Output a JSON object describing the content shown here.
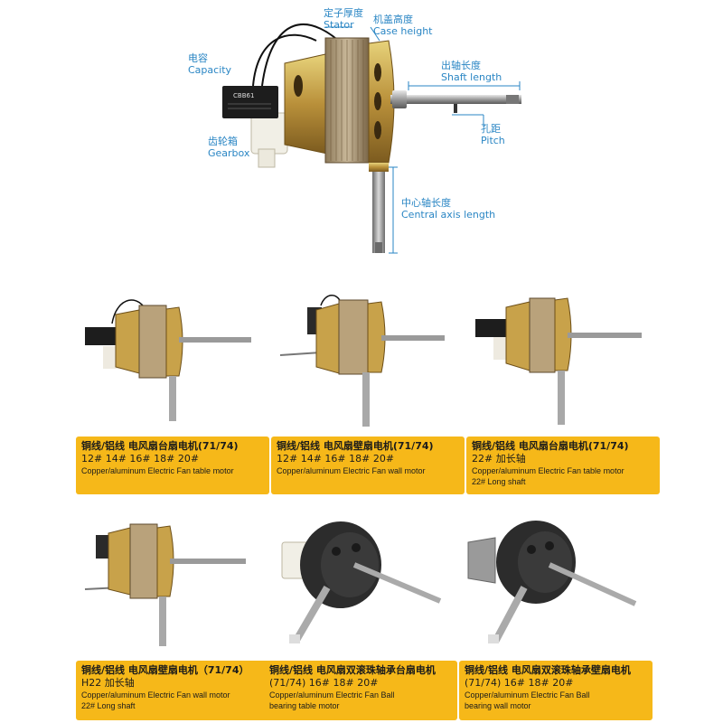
{
  "diagram": {
    "stator": {
      "cn": "定子厚度",
      "en": "Stator"
    },
    "case_height": {
      "cn": "机盖高度",
      "en": "Case height"
    },
    "capacity": {
      "cn": "电容",
      "en": "Capacity"
    },
    "shaft_length": {
      "cn": "出轴长度",
      "en": "Shaft length"
    },
    "gearbox": {
      "cn": "齿轮箱",
      "en": "Gearbox"
    },
    "pitch": {
      "cn": "孔距",
      "en": "Pitch"
    },
    "central_axis": {
      "cn": "中心轴长度",
      "en": "Central axis length"
    },
    "capacitor_print": "CBB61"
  },
  "products": [
    {
      "cn": "铜线/铝线  电风扇台扇电机(71/74)",
      "sizes": "12# 14# 16# 18# 20#",
      "en1": "Copper/aluminum Electric Fan table motor",
      "en2": ""
    },
    {
      "cn": "铜线/铝线  电风扇壁扇电机(71/74)",
      "sizes": "12#  14# 16# 18# 20#",
      "en1": "Copper/aluminum Electric Fan wall motor",
      "en2": ""
    },
    {
      "cn": "铜线/铝线  电风扇台扇电机(71/74)",
      "sizes": "22# 加长轴",
      "en1": "Copper/aluminum Electric Fan table motor",
      "en2": "22# Long shaft"
    },
    {
      "cn": "铜线/铝线 电风扇壁扇电机（71/74）",
      "sizes": "H22 加长轴",
      "en1": "Copper/aluminum Electric Fan wall motor",
      "en2": "22# Long shaft"
    },
    {
      "cn": "铜线/铝线 电风扇双滚珠轴承台扇电机",
      "sizes": "(71/74) 16# 18# 20#",
      "en1": "Copper/aluminum Electric Fan Ball",
      "en2": "bearing table motor"
    },
    {
      "cn": "铜线/铝线 电风扇双滚珠轴承壁扇电机",
      "sizes": "(71/74) 16# 18# 20#",
      "en1": "Copper/aluminum Electric Fan Ball",
      "en2": "bearing wall motor"
    }
  ],
  "colors": {
    "label_bg": "#f6b819",
    "annotation": "#2a86c4",
    "copper": "#c8a24a",
    "dark_motor": "#2c2c2c"
  }
}
